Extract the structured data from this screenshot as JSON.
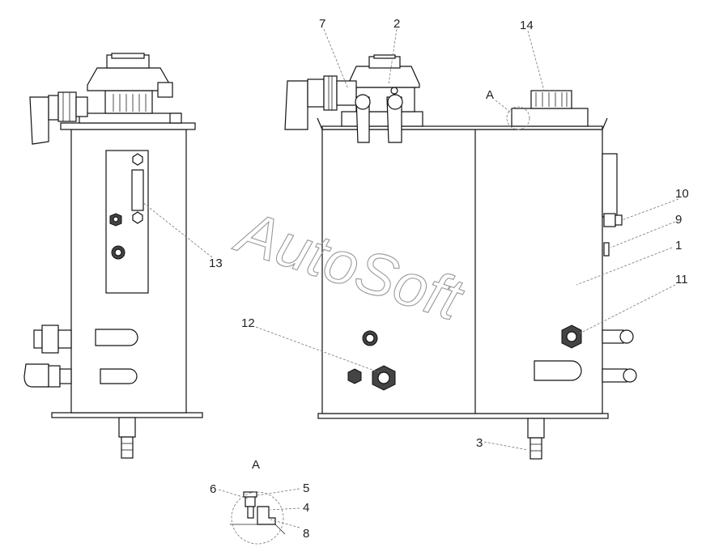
{
  "callouts": [
    {
      "id": "c1",
      "text": "1"
    },
    {
      "id": "c2",
      "text": "2"
    },
    {
      "id": "c3",
      "text": "3"
    },
    {
      "id": "c4",
      "text": "4"
    },
    {
      "id": "c5",
      "text": "5"
    },
    {
      "id": "c6",
      "text": "6"
    },
    {
      "id": "c7",
      "text": "7"
    },
    {
      "id": "c8",
      "text": "8"
    },
    {
      "id": "c9",
      "text": "9"
    },
    {
      "id": "c10",
      "text": "10"
    },
    {
      "id": "c11",
      "text": "11"
    },
    {
      "id": "c12",
      "text": "12"
    },
    {
      "id": "c13",
      "text": "13"
    },
    {
      "id": "c14",
      "text": "14"
    }
  ],
  "detail_labels": {
    "view_ref": "A",
    "detail_title": "A"
  },
  "watermark": "AutoSoft",
  "colors": {
    "line": "#111111",
    "leader": "#777777",
    "watermark": "#999999"
  }
}
